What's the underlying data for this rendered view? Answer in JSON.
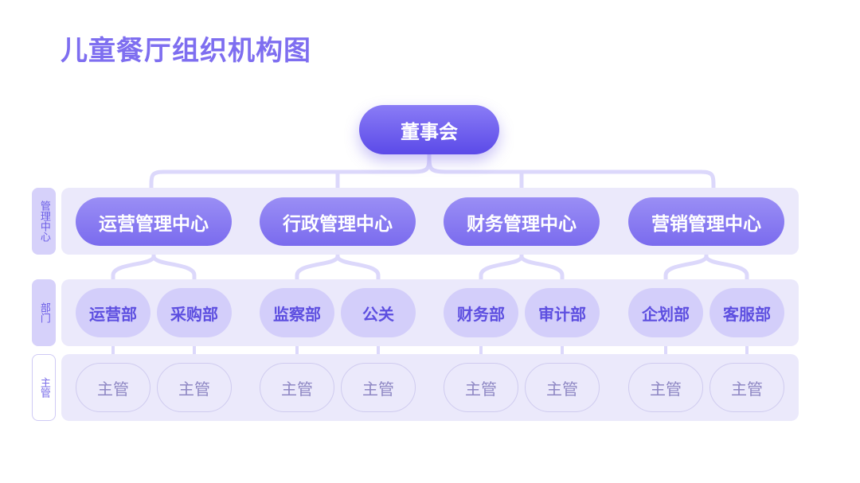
{
  "title": "儿童餐厅组织机构图",
  "colors": {
    "accent": "#7e6ef0",
    "connector": "#dcd8fb",
    "band": "#ebe9fb"
  },
  "side_labels": {
    "management": "管理中心",
    "department": "部门",
    "supervisor": "主管"
  },
  "root": {
    "label": "董事会"
  },
  "centers": [
    {
      "label": "运营管理中心",
      "departments": [
        {
          "label": "运营部",
          "supervisor": "主管"
        },
        {
          "label": "采购部",
          "supervisor": "主管"
        }
      ]
    },
    {
      "label": "行政管理中心",
      "departments": [
        {
          "label": "监察部",
          "supervisor": "主管"
        },
        {
          "label": "公关",
          "supervisor": "主管"
        }
      ]
    },
    {
      "label": "财务管理中心",
      "departments": [
        {
          "label": "财务部",
          "supervisor": "主管"
        },
        {
          "label": "审计部",
          "supervisor": "主管"
        }
      ]
    },
    {
      "label": "营销管理中心",
      "departments": [
        {
          "label": "企划部",
          "supervisor": "主管"
        },
        {
          "label": "客服部",
          "supervisor": "主管"
        }
      ]
    }
  ]
}
